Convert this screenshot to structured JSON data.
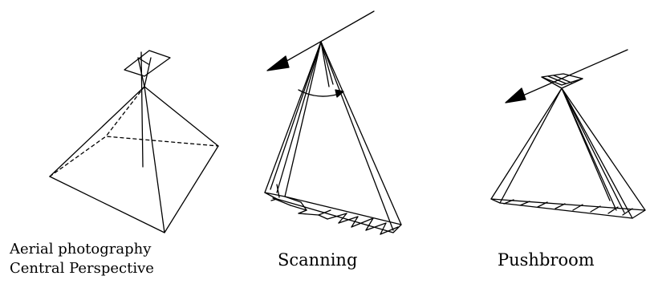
{
  "labels": {
    "aerial_line1": "Aerial photography",
    "aerial_line2": "Central Perspective",
    "scanning": "Scanning",
    "pushbroom": "Pushbroom"
  },
  "colors": {
    "stroke": "#000000",
    "background": "#ffffff"
  }
}
